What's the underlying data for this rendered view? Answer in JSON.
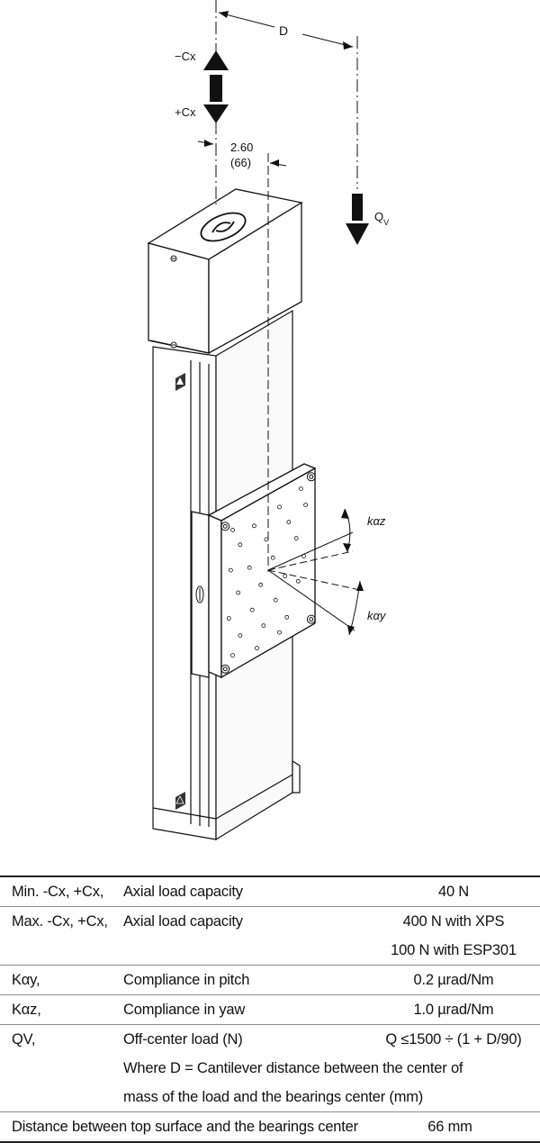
{
  "diagram": {
    "labels": {
      "d": "D",
      "minus_cx": "−Cx",
      "plus_cx": "+Cx",
      "offset_mm": "2.60",
      "offset_in": "(66)",
      "qv_q": "Q",
      "qv_sub": "V",
      "kaz": "kαz",
      "kay": "kαy"
    },
    "colors": {
      "line": "#111111",
      "body_fill": "#ffffff"
    }
  },
  "spec_table": {
    "rows": [
      {
        "param": "Min. -Cx, +Cx,",
        "description": "Axial load capacity",
        "value": "40 N"
      },
      {
        "param": "Max. -Cx, +Cx,",
        "description": "Axial load capacity",
        "value": "400 N with XPS"
      },
      {
        "param": "",
        "description": "",
        "value": "100 N with ESP301"
      },
      {
        "param": "Kαy,",
        "description": "Compliance in pitch",
        "value": "0.2 µrad/Nm"
      },
      {
        "param": "Kαz,",
        "description": "Compliance in yaw",
        "value": "1.0 µrad/Nm"
      },
      {
        "param": "QV,",
        "description": "Off-center load (N)",
        "value": "Q ≤1500 ÷ (1 + D/90)"
      },
      {
        "param": "",
        "description": "Where D = Cantilever distance between the center of",
        "value": ""
      },
      {
        "param": "",
        "description": "mass of the load and the bearings center (mm)",
        "value": ""
      }
    ],
    "footer": {
      "label": "Distance between top surface and the bearings center",
      "value": "66 mm"
    }
  }
}
